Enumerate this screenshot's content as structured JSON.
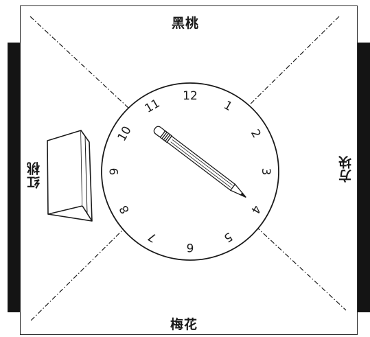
{
  "suit_labels": {
    "top": "黑桃",
    "bottom": "梅花",
    "left": "红桃",
    "right": "方块"
  },
  "clock": {
    "numerals": [
      "12",
      "1",
      "2",
      "3",
      "4",
      "5",
      "6",
      "7",
      "8",
      "9",
      "10",
      "11"
    ]
  },
  "colors": {
    "ink": "#1a1a1a",
    "side_bars": "#141414",
    "background": "#ffffff"
  },
  "icons": {
    "pointer": "pencil-icon",
    "card": "folded-card-icon"
  }
}
